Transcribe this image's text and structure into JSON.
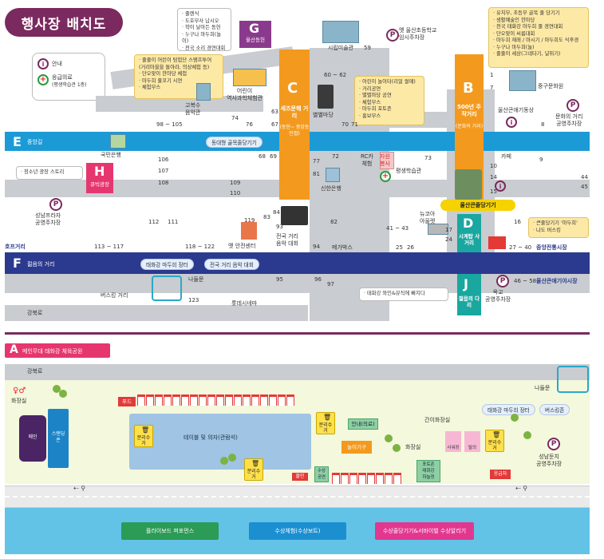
{
  "title": "행사장 배치도",
  "legend": {
    "info": "안내",
    "medical": "응급의료",
    "medical_sub": "(평생학습관 1층)"
  },
  "zones": {
    "B": {
      "letter": "B",
      "name": "500년 주작거리",
      "sub": "(문화의 거리)"
    },
    "C": {
      "letter": "C",
      "name": "세즈문해 거리",
      "sub": "(동헌~ 중앙동 인접)"
    },
    "D": {
      "letter": "D",
      "name": "시계탑 사거리"
    },
    "E": {
      "letter": "E",
      "name": "중앙길"
    },
    "F": {
      "letter": "F",
      "name": "젊음의 거리"
    },
    "G": {
      "letter": "G",
      "name": "울산동헌"
    },
    "H": {
      "letter": "H",
      "name": "큐빅광장"
    },
    "J": {
      "letter": "J",
      "name": "젊음의 다리"
    },
    "A": {
      "letter": "A",
      "name": "메인무대 태화강 체육공원"
    }
  },
  "bubbles": {
    "G_list": [
      "· 줄렌식",
      "· 도호부사 납시오",
      "· 학이 날아든 동헌",
      "· 누구나 마두희(놀이)",
      "· 전국 소리 경연대회"
    ],
    "left_list": [
      "· 줄줄이 어린이 탐험단 스탬프투어",
      "  (거리마을을 돌아라, 의상체험 등)",
      "· 단오맞이 한마당 체험",
      "· 마두희 줄꼬기 시연",
      "· 체험부스"
    ],
    "C_list": [
      "· 어린이 놀이터(리얼 썰매)",
      "· 거리공연",
      "· 별별마당 공연",
      "· 체험부스",
      "· 마두희 포토존",
      "· 홍보부스"
    ],
    "B_list": [
      "· 유치부, 초등부 골목 줄 당기기",
      "· 생활예술인 한마당",
      "· 전국 태화강 마두희 줄 경연대회",
      "· 단오맞이 씨름대회",
      "· 마두희 재래 / 마시기 / 마두희도 식후경",
      "· 누구나 마두희(놀)",
      "· 줄줄이 세상(그네타기, 널뛰기)"
    ],
    "H_label": "· 청소년 광장 스토리",
    "D_label": [
      "· 큰줄당기기 '마두희'",
      "· 나도 버스킹"
    ],
    "J_label": "· 태화강 와인&뮤직에 빠지다"
  },
  "pills": {
    "E_pill": "동대형 골목줄당기기",
    "F_pill1": "태화강 마두희 장터",
    "F_pill2": "전국 거리 음악 대회",
    "A_pill1": "태화강 마두희 장터",
    "A_pill2": "버스킹존"
  },
  "places": {
    "sirip": "시립미술관",
    "school": "옛 울산초등학교\n임시주차장",
    "jonggu": "중구문화원",
    "eonyang": "울산큰애기동상",
    "munhwa_park": "문화의 거리\n공영주차장",
    "gobok": "고복수\n음악관",
    "children_museum": "어린이\n역사과학체험관",
    "byeolbyeol": "별별마당",
    "gukmin": "국민은행",
    "seongnam": "성남프라자\n공영주차장",
    "shinhan": "신한은행",
    "pyeongsaeng": "평생학습관",
    "rc": "RC카\n체험",
    "jawon": "자원\n봉사",
    "ulsan_keun": "울산큰줄당기기",
    "cafe": "카페",
    "newcoa": "뉴코아\n아울렛",
    "anjeon": "옛 안전센터",
    "jeonguk_music": "전국 거리\n음악 대회",
    "megabox": "메가박스",
    "jungang_market": "중앙전통시장",
    "ulsan_keun_market": "울산큰애기야시장",
    "okgyo": "옥교\n공영주차장",
    "naldeum": "나들문",
    "busking_road": "버스킹 거리",
    "lotte": "롯데시네마",
    "gangbuk": "강북로",
    "hopeu": "호프거리",
    "r27": "27 ~ 40"
  },
  "numbers": [
    "59",
    "60 ~ 62",
    "98 ~ 105",
    "74",
    "76",
    "63",
    "67",
    "70",
    "71",
    "1",
    "7",
    "8",
    "68",
    "69",
    "77",
    "81",
    "72",
    "73",
    "9",
    "10",
    "14",
    "15",
    "44",
    "45",
    "106",
    "107",
    "108",
    "109",
    "110",
    "112",
    "111",
    "83",
    "84",
    "93",
    "82",
    "41 ~ 43",
    "17",
    "24",
    "16",
    "113 ~ 117",
    "118 ~ 122",
    "94",
    "25",
    "26",
    "95",
    "96",
    "97",
    "46 ~ 58",
    "123",
    "119"
  ],
  "section_A": {
    "gangbuk": "강북로",
    "naldeum": "나들문",
    "restroom": "화장실",
    "stage": "메인",
    "stage2": "스탠딩존",
    "food": "푸드",
    "table_zone": "테이블 및 의자(관람석)",
    "recycle": "분리수거",
    "info": "안내(의료)",
    "play": "놀이기구",
    "photo": "포토존\n태화강\n하늘정",
    "susang": "수상\n공연",
    "jongin": "줄인",
    "simple_restroom": "간이화장실",
    "restroom2": "화장실",
    "recycle2": "분리수거",
    "ambulance": "응급차",
    "seongnam_parking": "성남둔치\n공영주차장",
    "seats1": "사워장",
    "seats2": "탈의",
    "btn1": "플라이보드 퍼포먼스",
    "btn2": "수상체험(수상보트)",
    "btn3": "수상줄당기기&서바이벌 수상알리기"
  },
  "colors": {
    "purple": "#7a2a5e",
    "orange": "#f39a1e",
    "blue": "#1c9ad6",
    "navy": "#2b3a8f",
    "teal": "#19a7a0",
    "pink": "#e6366f",
    "green_btn": "#2b9b56",
    "blue_btn": "#1c8fd1",
    "pink_btn": "#e2378f"
  }
}
